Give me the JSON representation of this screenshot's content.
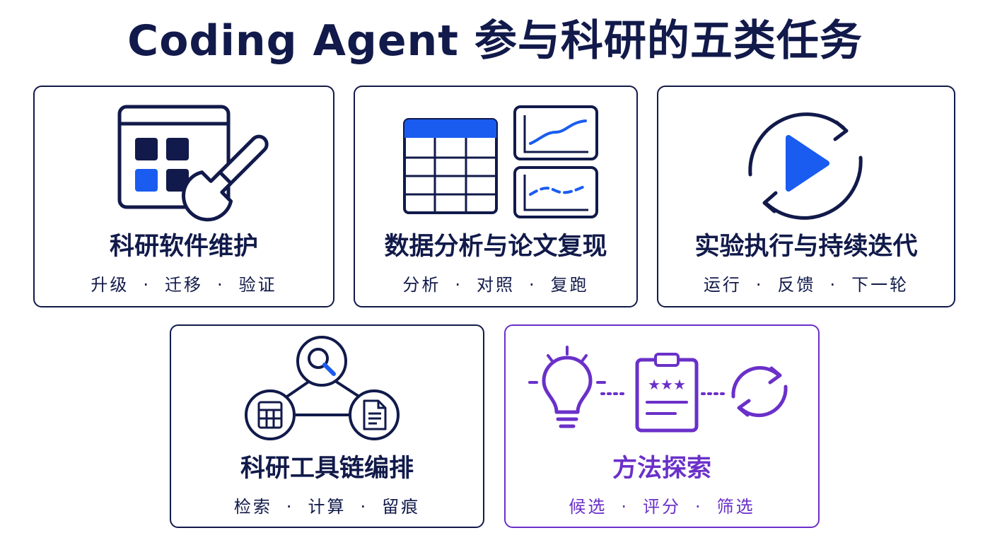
{
  "title": "Coding Agent 参与科研的五类任务",
  "colors": {
    "navy": "#111a4a",
    "blue": "#1a5cf0",
    "purple": "#6a30c9"
  },
  "cards": [
    {
      "title": "科研软件维护",
      "icon": "app-grid-wrench-icon",
      "tags": [
        "升级",
        "迁移",
        "验证"
      ]
    },
    {
      "title": "数据分析与论文复现",
      "icon": "table-and-line-charts-icon",
      "tags": [
        "分析",
        "对照",
        "复跑"
      ]
    },
    {
      "title": "实验执行与持续迭代",
      "icon": "play-cycle-icon",
      "tags": [
        "运行",
        "反馈",
        "下一轮"
      ]
    },
    {
      "title": "科研工具链编排",
      "icon": "toolchain-network-icon",
      "tags": [
        "检索",
        "计算",
        "留痕"
      ]
    },
    {
      "title": "方法探索",
      "icon": "idea-score-cycle-icon",
      "tags": [
        "候选",
        "评分",
        "筛选"
      ]
    }
  ]
}
